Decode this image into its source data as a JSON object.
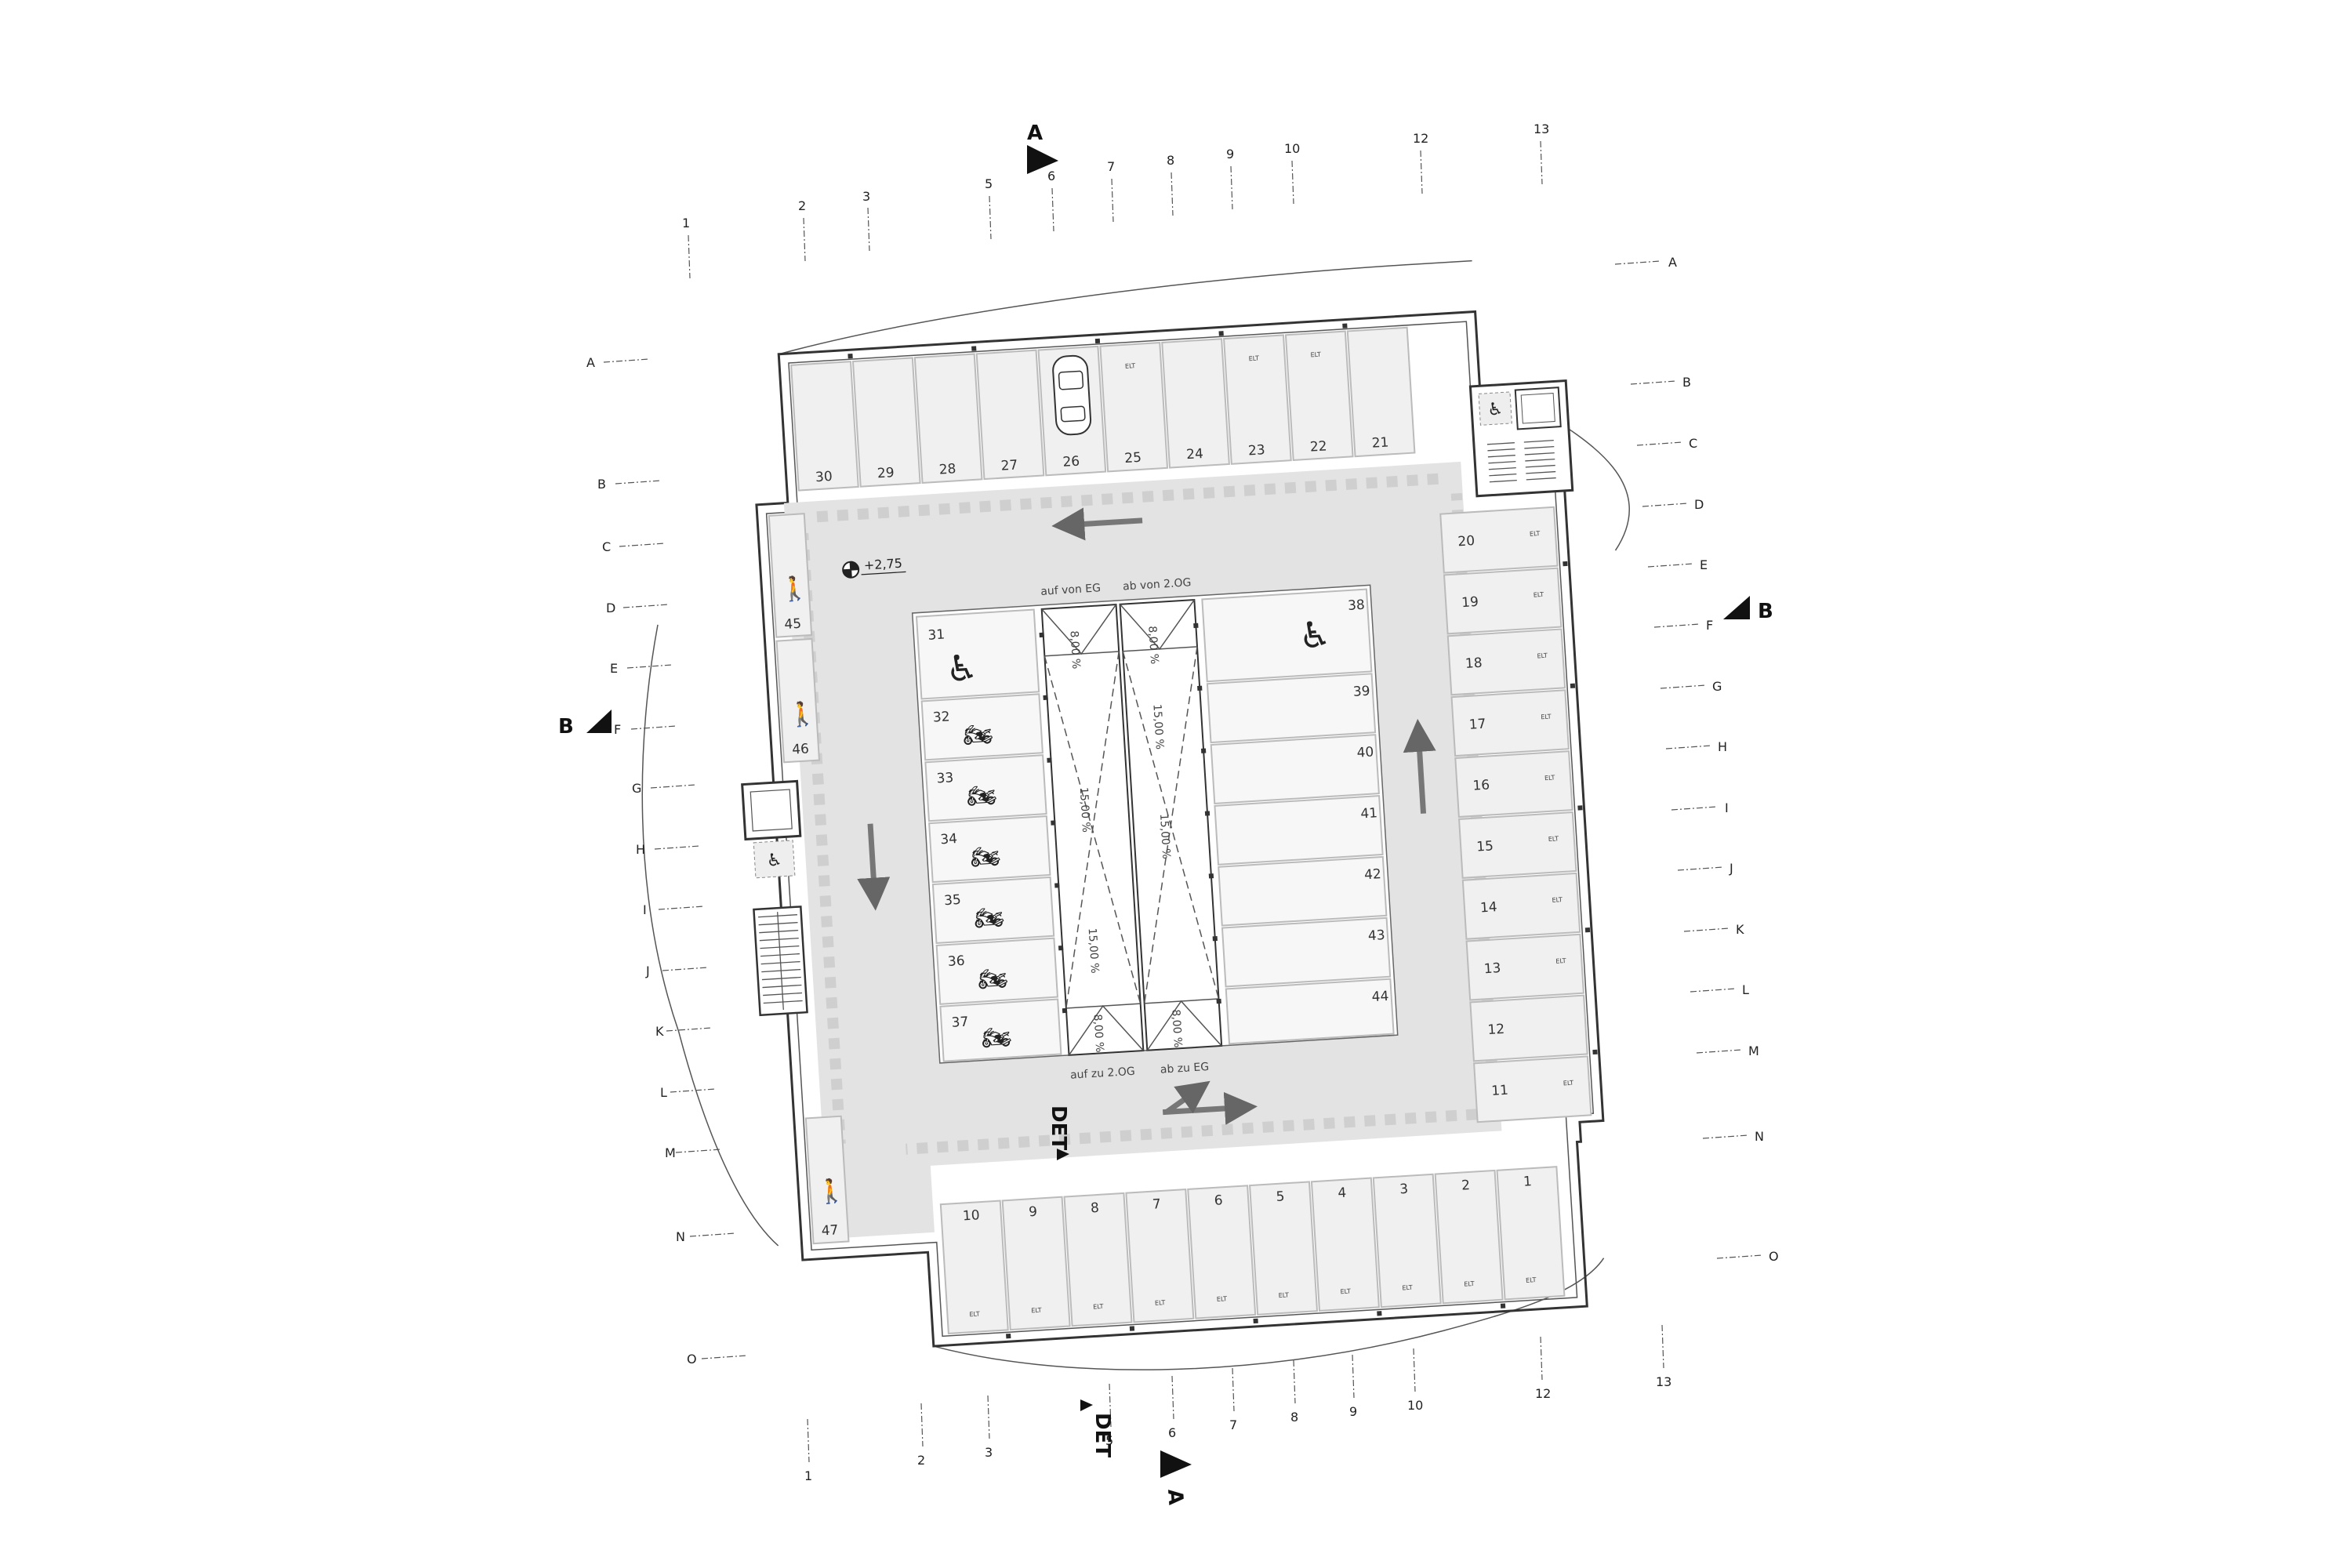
{
  "plan": {
    "level_marker": "+2,75",
    "section_A": "A",
    "section_B": "B",
    "detail_label": "DET",
    "ramps": {
      "up_from_eg": "auf von EG",
      "down_from_2og": "ab von 2.OG",
      "up_to_2og": "auf zu 2.OG",
      "down_to_eg": "ab zu EG",
      "slopes": [
        "8,00 %",
        "8,00 %",
        "15,00 %",
        "15,00 %",
        "15,00 %",
        "15,00 %",
        "8,00 %",
        "8,00 %"
      ]
    },
    "ev_label": "ELT",
    "grid_numbers": [
      "1",
      "2",
      "3",
      "5",
      "6",
      "7",
      "8",
      "9",
      "10",
      "12",
      "13"
    ],
    "grid_letters": [
      "A",
      "B",
      "C",
      "D",
      "E",
      "F",
      "G",
      "H",
      "I",
      "J",
      "K",
      "L",
      "M",
      "N",
      "O"
    ],
    "spaces": {
      "top": [
        "30",
        "29",
        "28",
        "27",
        "26",
        "25",
        "24",
        "23",
        "22",
        "21"
      ],
      "right": [
        "20",
        "19",
        "18",
        "17",
        "16",
        "15",
        "14",
        "13",
        "12",
        "11"
      ],
      "bottom": [
        "10",
        "9",
        "8",
        "7",
        "6",
        "5",
        "4",
        "3",
        "2",
        "1"
      ],
      "left": [
        "45",
        "46",
        "47"
      ],
      "center_left": [
        "31",
        "32",
        "33",
        "34",
        "35",
        "36",
        "37"
      ],
      "center_right": [
        "38",
        "39",
        "40",
        "41",
        "42",
        "43",
        "44"
      ]
    }
  }
}
